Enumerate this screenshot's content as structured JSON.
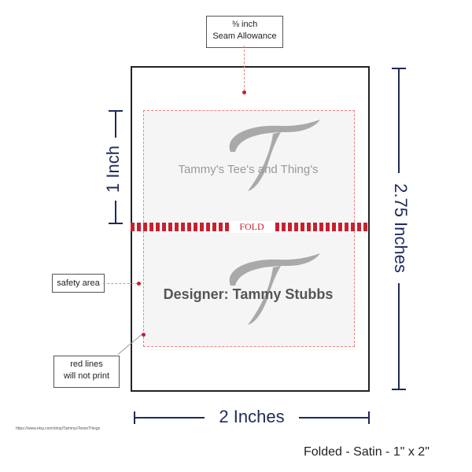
{
  "seam_label": {
    "line1": "⅜ inch",
    "line2": "Seam Allowance"
  },
  "dimensions": {
    "height_fold": "1 Inch",
    "height_total": "2.75 Inches",
    "width": "2 Inches"
  },
  "fold_label": "FOLD",
  "front": {
    "logo": "T",
    "text": "Tammy's Tee's and Thing's"
  },
  "back": {
    "logo": "T",
    "text": "Designer: Tammy Stubbs"
  },
  "callouts": {
    "safety": "safety area",
    "red_lines_1": "red lines",
    "red_lines_2": "will not print"
  },
  "url": "https://www.etsy.com/shop/TammysTeesnThings",
  "caption": "Folded - Satin - 1\" x 2\""
}
